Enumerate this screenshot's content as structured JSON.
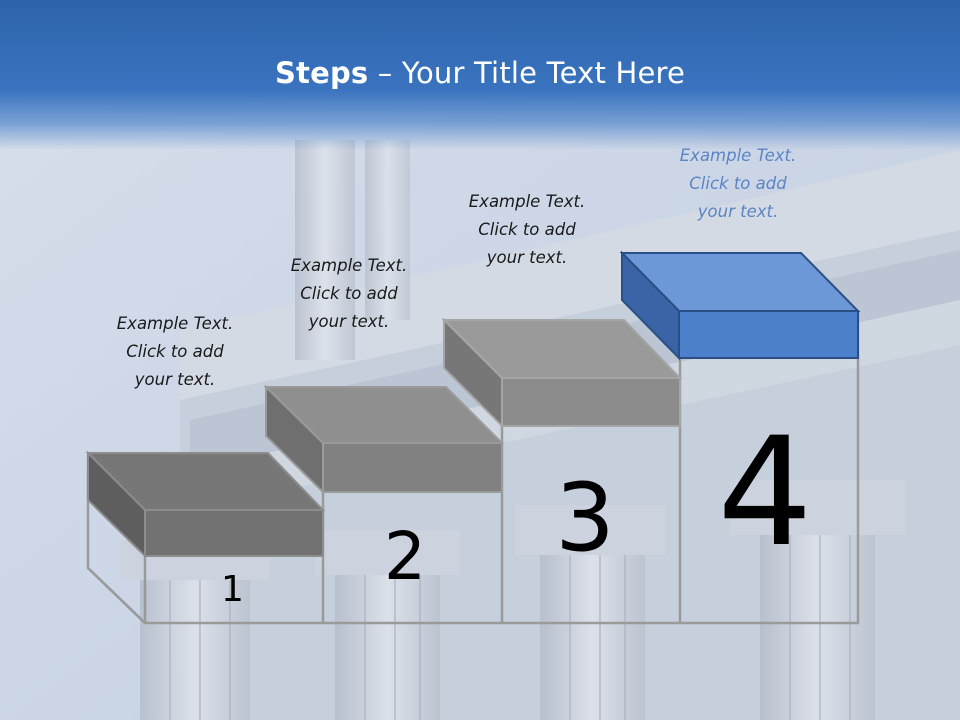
{
  "slide": {
    "title_bold": "Steps",
    "title_rest": " – Your Title Text Here",
    "colors": {
      "title_band": "#3a73bf",
      "step_gray_top": "#8a8a8a",
      "step_gray_front": "#7a7a7a",
      "step_highlight_top": "#6c98d8",
      "step_highlight_front": "#4d80cb",
      "highlight_text": "#5b84c4"
    }
  },
  "steps": [
    {
      "number": "1",
      "text": [
        "Example Text.",
        "Click  to add",
        "your text."
      ]
    },
    {
      "number": "2",
      "text": [
        "Example Text.",
        "Click  to add",
        "your text."
      ]
    },
    {
      "number": "3",
      "text": [
        "Example Text.",
        "Click  to add",
        "your text."
      ]
    },
    {
      "number": "4",
      "text": [
        "Example Text.",
        "Click  to add",
        "your text."
      ],
      "highlighted": true
    }
  ]
}
